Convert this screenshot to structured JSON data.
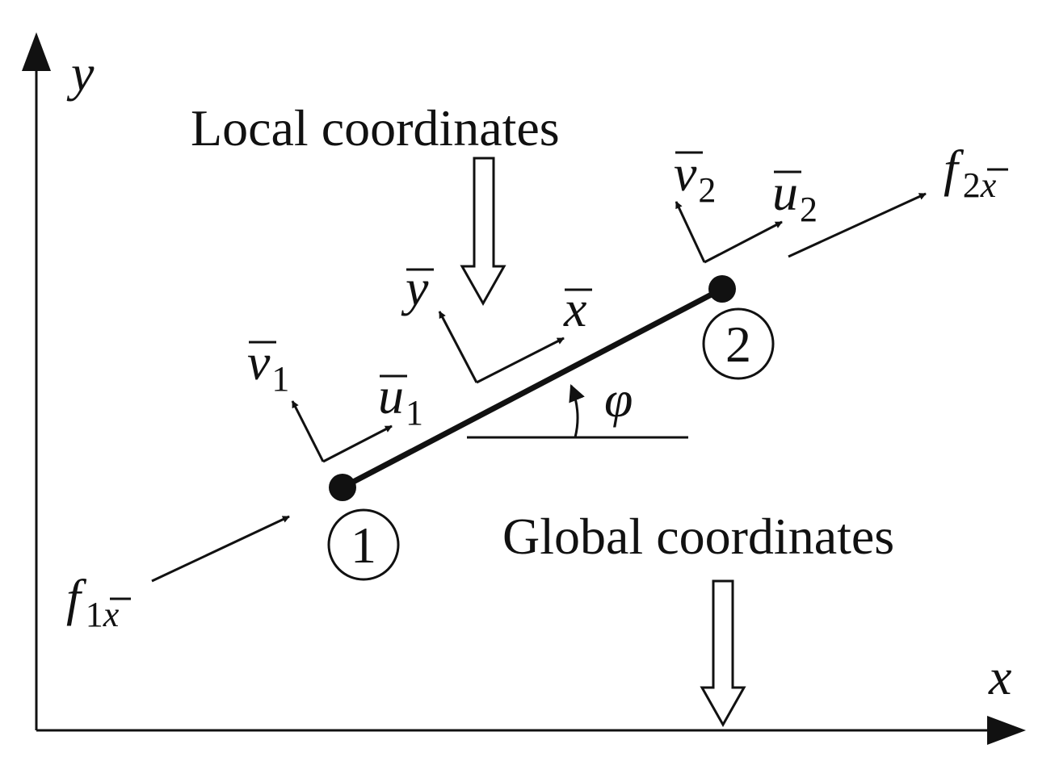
{
  "labels": {
    "global_x": "x",
    "global_y": "y",
    "local_coordinates": "Local coordinates",
    "global_coordinates": "Global coordinates",
    "local_x": "x",
    "local_y": "y",
    "phi": "φ",
    "node1": "1",
    "node2": "2",
    "v1": {
      "main": "v",
      "sub": "1"
    },
    "u1": {
      "main": "u",
      "sub": "1"
    },
    "v2": {
      "main": "v",
      "sub": "2"
    },
    "u2": {
      "main": "u",
      "sub": "2"
    },
    "f1x": {
      "main": "f",
      "sub_num": "1",
      "sub_var": "x"
    },
    "f2x": {
      "main": "f",
      "sub_num": "2",
      "sub_var": "x"
    }
  },
  "colors": {
    "ink": "#111111",
    "background": "#ffffff"
  }
}
